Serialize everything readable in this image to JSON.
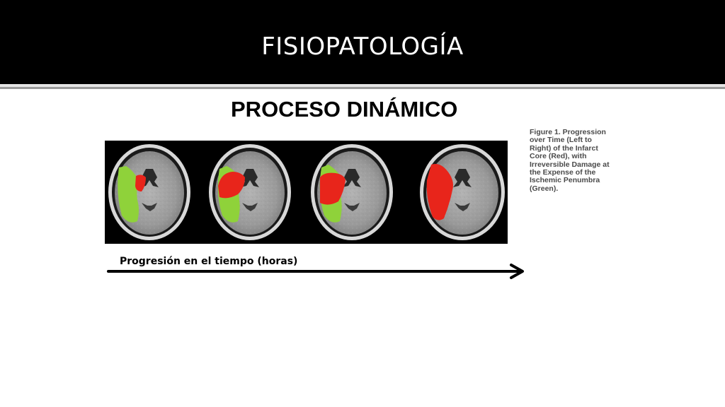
{
  "slide": {
    "title": "FISIOPATOLOGÍA",
    "subtitle": "PROCESO DINÁMICO"
  },
  "figure": {
    "caption_lines": [
      "Figure 1. Progression",
      "over Time (Left to",
      "Right) of the Infarct",
      "Core (Red), with",
      "Irreversible Damage at",
      "the Expense of the",
      "Ischemic Penumbra",
      "(Green)."
    ],
    "panel_count": 4,
    "colors": {
      "infarct_core": "#e8251b",
      "ischemic_penumbra": "#8fd23a"
    }
  },
  "timeline": {
    "label": "Progresión en el tiempo (horas)"
  }
}
